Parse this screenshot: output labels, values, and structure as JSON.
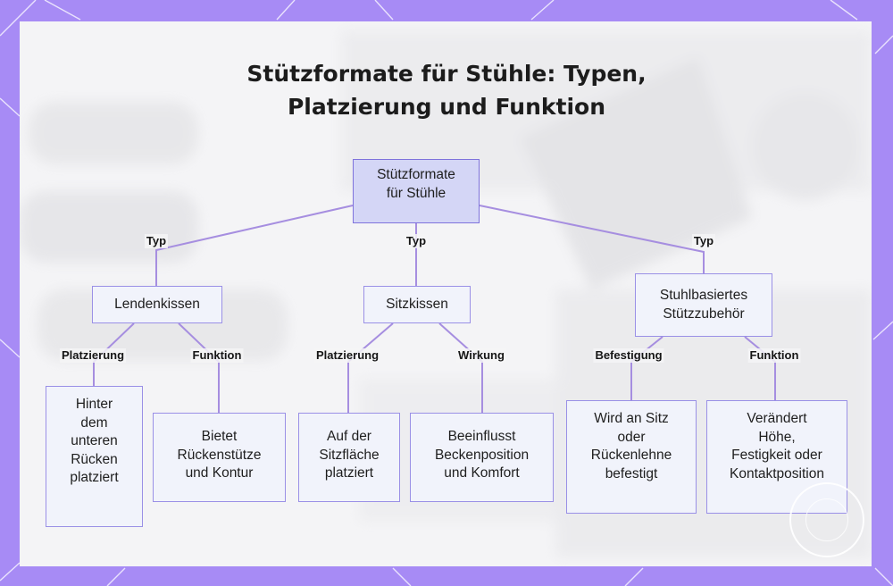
{
  "title": {
    "line1": "Stützformate für Stühle: Typen,",
    "line2": "Platzierung und Funktion"
  },
  "nodes": {
    "root": "Stützformate\nfür Stühle",
    "lendenkissen": "Lendenkissen",
    "sitzkissen": "Sitzkissen",
    "stuhlbasiert": "Stuhlbasiertes\nStützzubehör",
    "lenden_platzierung": "Hinter\ndem\nunteren\nRücken\nplatziert",
    "lenden_funktion": "Bietet\nRückenstütze\nund Kontur",
    "sitz_platzierung": "Auf der\nSitzfläche\nplatziert",
    "sitz_wirkung": "Beeinflusst\nBeckenposition\nund Komfort",
    "stuhl_befestigung": "Wird an Sitz\noder\nRückenlehne\nbefestigt",
    "stuhl_funktion": "Verändert\nHöhe,\nFestigkeit oder\nKontaktposition"
  },
  "edge_labels": {
    "typ_left": "Typ",
    "typ_center": "Typ",
    "typ_right": "Typ",
    "platzierung_1": "Platzierung",
    "funktion_1": "Funktion",
    "platzierung_2": "Platzierung",
    "wirkung": "Wirkung",
    "befestigung": "Befestigung",
    "funktion_2": "Funktion"
  },
  "colors": {
    "frame": "#a78bf5",
    "root_fill": "#d4d6f6",
    "node_fill": "#f1f3fb",
    "node_border": "#9a90e6",
    "connector": "#a68ee0"
  }
}
